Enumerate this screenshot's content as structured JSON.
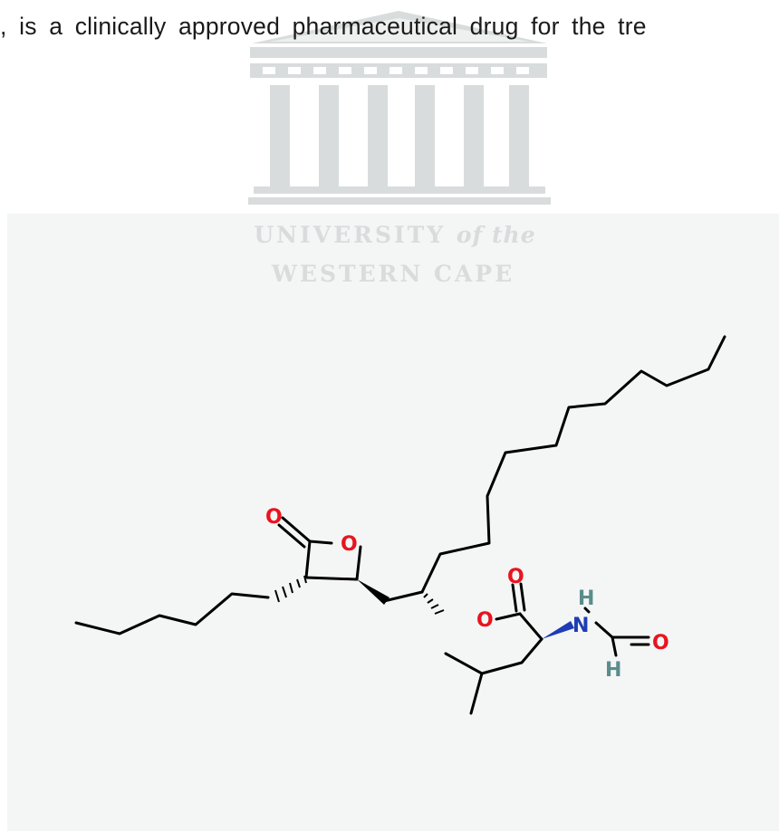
{
  "document": {
    "text_fragment": ", is a clinically approved pharmaceutical drug for the tre"
  },
  "watermark": {
    "line1_main": "UNIVERSITY",
    "line1_italic": "of the",
    "line2": "WESTERN CAPE",
    "icon": "columned-building-icon",
    "color": "#dcdfdf"
  },
  "molecule": {
    "atom_labels": {
      "o_carbonyl_lactone": "O",
      "o_ring": "O",
      "o_ester": "O",
      "o_carbonyl_ester": "O",
      "o_formyl": "O",
      "n_amide": "N",
      "h_on_n": "H",
      "h_formyl": "H"
    },
    "colors": {
      "bond": "#000000",
      "oxygen": "#e8141e",
      "nitrogen": "#1e3cb4",
      "hydrogen": "#5a8c8c"
    }
  },
  "colors": {
    "panel_background": "#f4f5f5",
    "page_background": "#ffffff"
  }
}
